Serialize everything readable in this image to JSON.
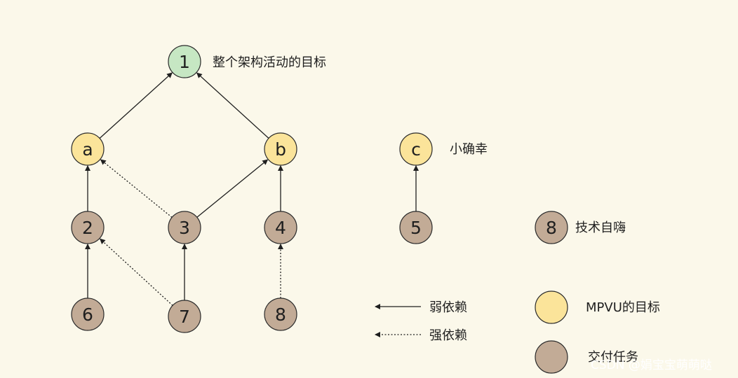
{
  "colors": {
    "background": "#fbf8ea",
    "goal_fill": "#c6e7c3",
    "mpvu_fill": "#fbe49a",
    "task_fill": "#c2ab96",
    "stroke": "#2b2b2b"
  },
  "nodes": {
    "n1": {
      "label": "1",
      "type": "goal"
    },
    "na": {
      "label": "a",
      "type": "mpvu"
    },
    "nb": {
      "label": "b",
      "type": "mpvu"
    },
    "nc": {
      "label": "c",
      "type": "mpvu"
    },
    "n2": {
      "label": "2",
      "type": "task"
    },
    "n3": {
      "label": "3",
      "type": "task"
    },
    "n4": {
      "label": "4",
      "type": "task"
    },
    "n5": {
      "label": "5",
      "type": "task"
    },
    "n6": {
      "label": "6",
      "type": "task"
    },
    "n7": {
      "label": "7",
      "type": "task"
    },
    "n8": {
      "label": "8",
      "type": "task"
    },
    "n8b": {
      "label": "8",
      "type": "task"
    }
  },
  "edges": [
    {
      "from": "na",
      "to": "n1",
      "style": "solid"
    },
    {
      "from": "nb",
      "to": "n1",
      "style": "solid"
    },
    {
      "from": "n2",
      "to": "na",
      "style": "solid"
    },
    {
      "from": "n3",
      "to": "na",
      "style": "dotted"
    },
    {
      "from": "n3",
      "to": "nb",
      "style": "solid"
    },
    {
      "from": "n4",
      "to": "nb",
      "style": "solid"
    },
    {
      "from": "n5",
      "to": "nc",
      "style": "solid"
    },
    {
      "from": "n6",
      "to": "n2",
      "style": "solid"
    },
    {
      "from": "n7",
      "to": "n2",
      "style": "dotted"
    },
    {
      "from": "n7",
      "to": "n3",
      "style": "solid"
    },
    {
      "from": "n8",
      "to": "n4",
      "style": "dotted"
    }
  ],
  "annotations": {
    "goal": "整个架构活动的目标",
    "little_happiness": "小确幸",
    "tech_fun": "技术自嗨"
  },
  "legend": {
    "weak": "弱依赖",
    "strong": "强依赖",
    "mpvu": "MPVU的目标",
    "task": "交付任务"
  },
  "watermark": "CSDN @娟宝宝萌萌哒"
}
